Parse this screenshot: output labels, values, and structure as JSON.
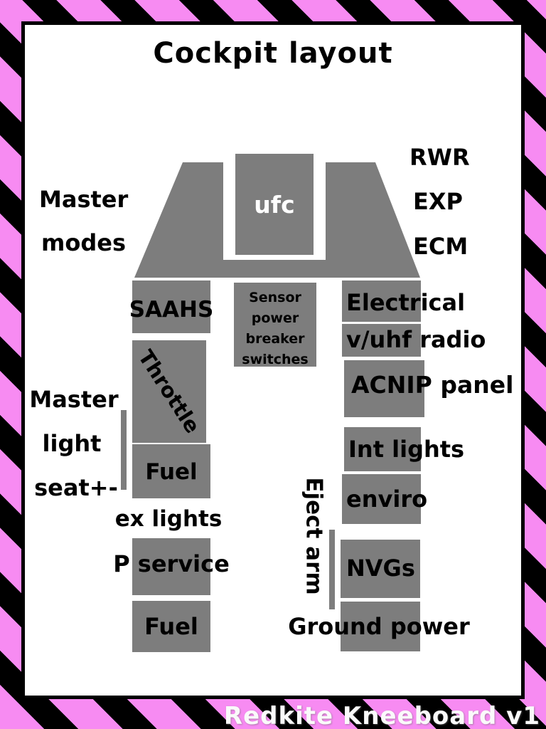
{
  "title": "Cockpit layout",
  "watermark": "Redkite Kneeboard v1",
  "colors": {
    "panel_gray": "#7d7d7d",
    "stripe_pink": "#f78bf2",
    "stripe_black": "#000000",
    "background": "#ffffff"
  },
  "center": {
    "ufc_label": "ufc",
    "sensor_lines": [
      "Sensor",
      "power",
      "breaker",
      "switches"
    ]
  },
  "left": {
    "master_modes": [
      "Master",
      "modes"
    ],
    "saahs": "SAAHS",
    "throttle": "Throttle",
    "master_light_seat": [
      "Master",
      "light",
      "seat+-"
    ],
    "fuel_upper": "Fuel",
    "ex_lights": "ex lights",
    "p_service": "P service",
    "fuel_lower": "Fuel"
  },
  "right": {
    "sensors": [
      "RWR",
      "EXP",
      "ECM"
    ],
    "electrical": "Electrical",
    "vuhf_radio": "v/uhf radio",
    "acnip_panel": "ACNIP panel",
    "int_lights": "Int lights",
    "enviro": "enviro",
    "eject_arm": "Eject arm",
    "nvgs": "NVGs",
    "ground_power": "Ground power"
  }
}
